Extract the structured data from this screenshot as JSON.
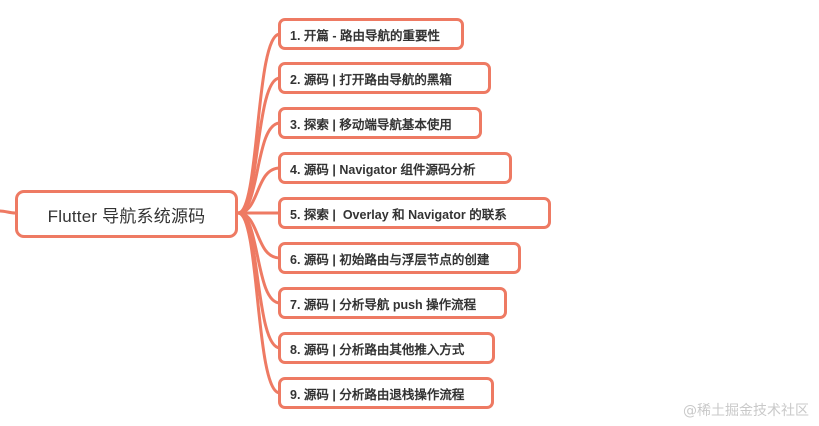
{
  "colors": {
    "accent": "#ee7a63",
    "text": "#333333",
    "watermark": "#c9c9c9"
  },
  "root": {
    "label": "Flutter 导航系统源码"
  },
  "children": [
    {
      "label": "1. 开篇 - 路由导航的重要性"
    },
    {
      "label": "2. 源码 | 打开路由导航的黑箱"
    },
    {
      "label": "3. 探索 | 移动端导航基本使用"
    },
    {
      "label": "4. 源码 | Navigator 组件源码分析"
    },
    {
      "label": "5. 探索 |  Overlay 和 Navigator 的联系"
    },
    {
      "label": "6. 源码 | 初始路由与浮层节点的创建"
    },
    {
      "label": "7. 源码 | 分析导航 push 操作流程"
    },
    {
      "label": "8. 源码 | 分析路由其他推入方式"
    },
    {
      "label": "9. 源码 | 分析路由退栈操作流程"
    }
  ],
  "watermark": "@稀土掘金技术社区"
}
